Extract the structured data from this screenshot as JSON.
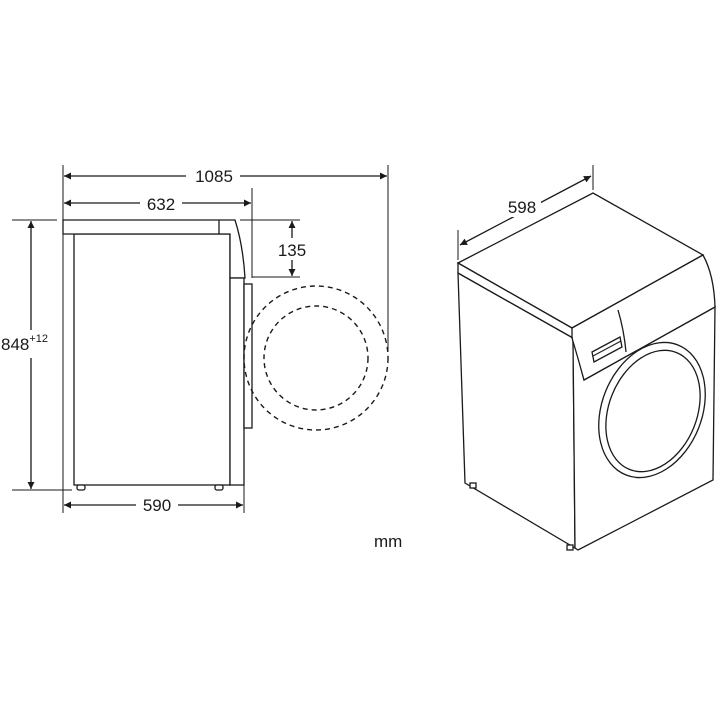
{
  "dimensions": {
    "overall_depth_door_open": "1085",
    "depth_with_top": "632",
    "top_to_door": "135",
    "height": "848",
    "height_tolerance": "+12",
    "body_depth": "590",
    "width": "598"
  },
  "units": "mm",
  "colors": {
    "line": "#1a1a1a",
    "background": "#ffffff"
  }
}
